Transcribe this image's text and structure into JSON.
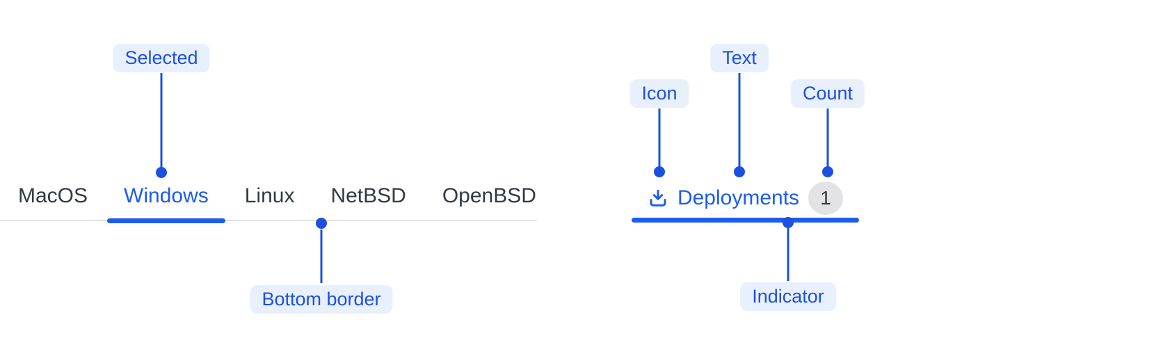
{
  "figure": {
    "description_left": "tab bar anatomy",
    "description_right": "single tab anatomy"
  },
  "tab_bar": {
    "items": [
      {
        "label": "MacOS",
        "selected": false
      },
      {
        "label": "Windows",
        "selected": true
      },
      {
        "label": "Linux",
        "selected": false
      },
      {
        "label": "NetBSD",
        "selected": false
      },
      {
        "label": "OpenBSD",
        "selected": false
      }
    ]
  },
  "deployments_tab": {
    "icon": "download-icon",
    "label": "Deployments",
    "count": "1"
  },
  "callouts": {
    "selected": "Selected",
    "bottom_border": "Bottom border",
    "icon": "Icon",
    "text": "Text",
    "count": "Count",
    "indicator": "Indicator"
  },
  "colors": {
    "accent_blue": "#1c5cf2",
    "callout_blue": "#1c50e0",
    "callout_bg": "#e9f0fd",
    "tab_text": "#333a40",
    "count_badge_bg": "#e3e3e5",
    "count_badge_text": "#3a3a3f",
    "border_gray": "#e2e2e4"
  }
}
